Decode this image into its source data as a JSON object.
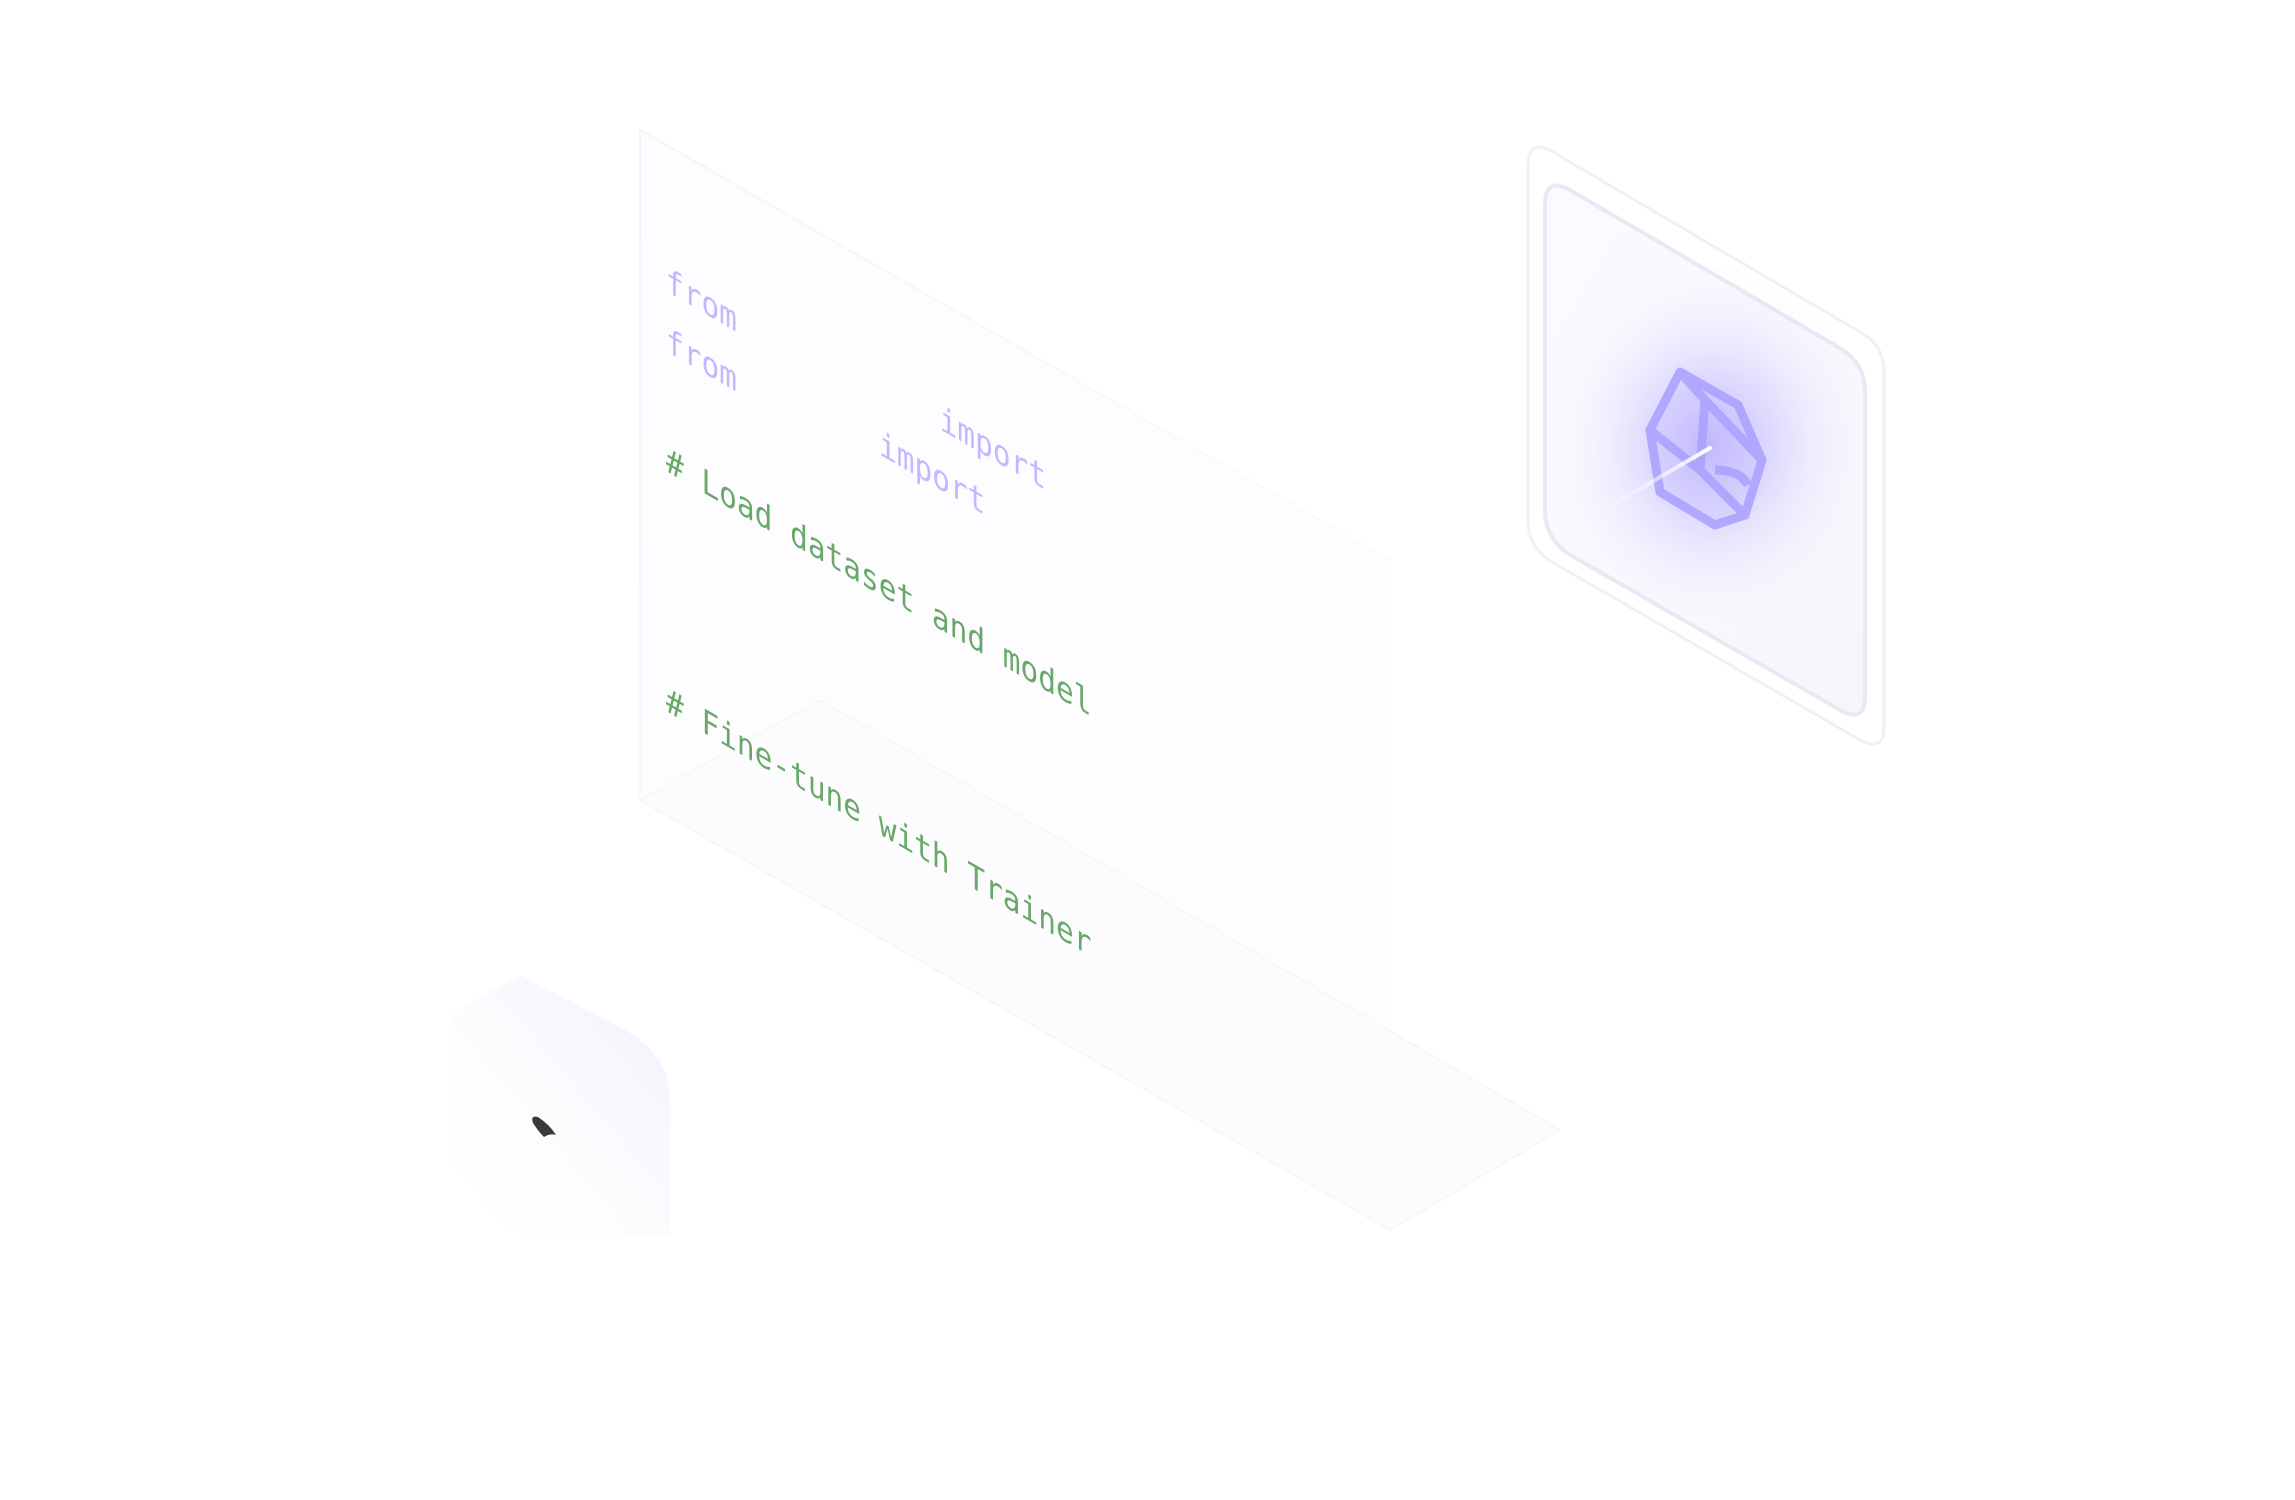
{
  "code": {
    "lines": [
      {
        "kind": "keyword",
        "text": "from"
      },
      {
        "kind": "keyword",
        "text": "from"
      },
      {
        "kind": "keyword",
        "text": "import"
      },
      {
        "kind": "keyword",
        "text": "import"
      },
      {
        "kind": "comment",
        "text": "# Load dataset and model"
      },
      {
        "kind": "comment",
        "text": "# Fine-tune with Trainer"
      }
    ]
  },
  "colors": {
    "keyword": "#c4b6ff",
    "comment": "#6aa86a",
    "accent": "#8f7dff",
    "panel_edge": "#ecebf5"
  },
  "icons": {
    "card_icon": "cube-icon",
    "mini_card_icon": "cursor-icon"
  }
}
